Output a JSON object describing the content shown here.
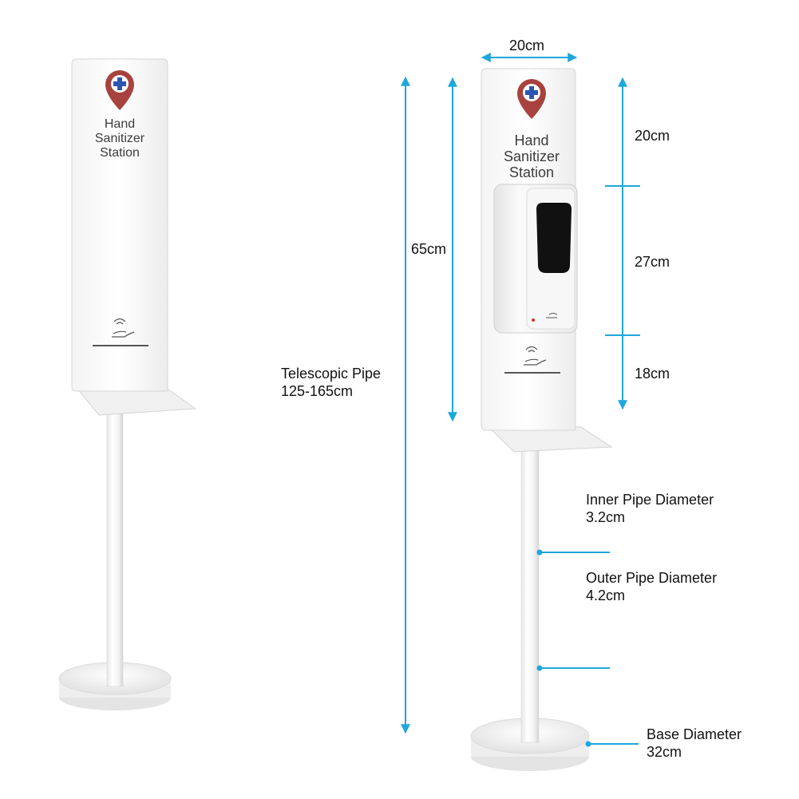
{
  "product": {
    "sign_text": [
      "Hand",
      "Sanitizer",
      "Station"
    ]
  },
  "dimensions": {
    "width_top": "20cm",
    "total_panel_height": "65cm",
    "segment_top": "20cm",
    "segment_middle": "27cm",
    "segment_bottom": "18cm",
    "telescopic_label": "Telescopic Pipe",
    "telescopic_value": "125-165cm",
    "inner_label": "Inner Pipe Diameter",
    "inner_value": "3.2cm",
    "outer_label": "Outer Pipe Diameter",
    "outer_value": "4.2cm",
    "base_label": "Base Diameter",
    "base_value": "32cm"
  },
  "colors": {
    "arrow": "#1ea7dc",
    "pin_red": "#a8423e",
    "cross_blue": "#2c56b4"
  },
  "icons": [
    "location-pin-icon",
    "medical-cross-icon",
    "hand-sensor-icon"
  ]
}
